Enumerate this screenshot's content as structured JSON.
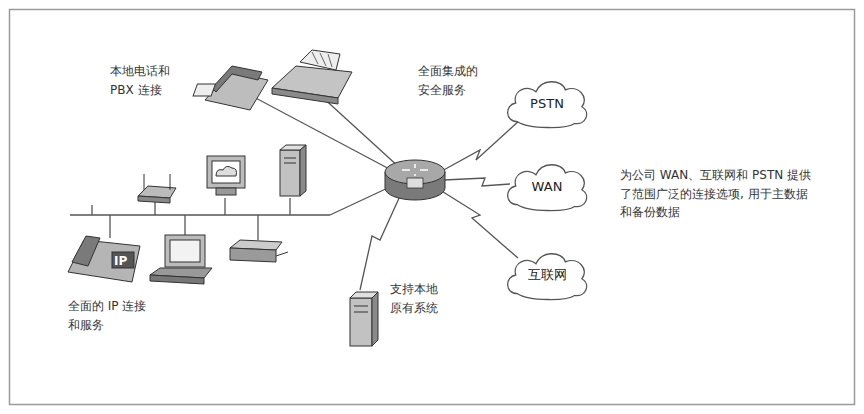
{
  "diagram": {
    "nodes": [
      {
        "text": [
          "PSTN"
        ]
      },
      {
        "text": [
          "WAN"
        ]
      },
      {
        "text": [
          "互联网"
        ]
      }
    ],
    "labels": [
      "本地电话和 PBX 连接",
      "全面集成的 安全服务",
      "为公司 WAN、互联网和 PSTN 提供了范围广泛的连接选项, 用于主数据和备份数据",
      "全面的 IP 连接 和服务",
      "支持本地 原有系统"
    ]
  }
}
